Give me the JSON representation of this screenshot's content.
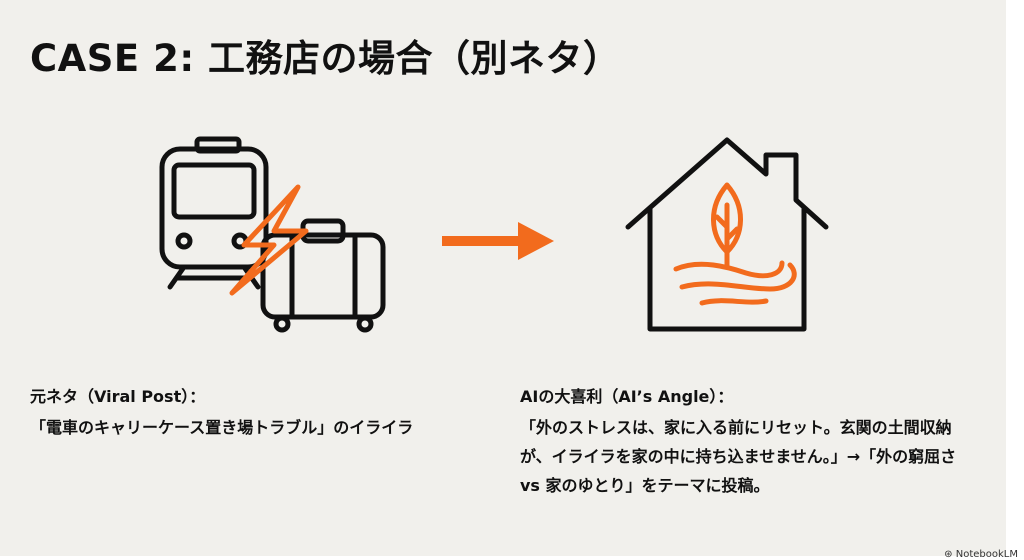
{
  "slide": {
    "title": "CASE 2: 工務店の場合（別ネタ）",
    "left": {
      "label": "元ネタ（Viral Post）：",
      "text": "「電車のキャリーケース置き場トラブル」のイライラ"
    },
    "right": {
      "label": "AIの大喜利（AI’s Angle）：",
      "text": "「外のストレスは、家に入る前にリセット。玄関の土間収納が、イライラを家の中に持ち込ませません。」→「外の窮屈さ vs 家のゆとり」をテーマに投稿。"
    },
    "watermark": "NotebookLM"
  },
  "icons": {
    "left": [
      "train-icon",
      "lightning-icon",
      "suitcase-icon"
    ],
    "center": "arrow-right-icon",
    "right": [
      "house-icon",
      "leaf-icon",
      "wind-icon"
    ]
  },
  "colors": {
    "accent": "#f26b1d",
    "ink": "#111111",
    "background": "#f1f0ec"
  }
}
